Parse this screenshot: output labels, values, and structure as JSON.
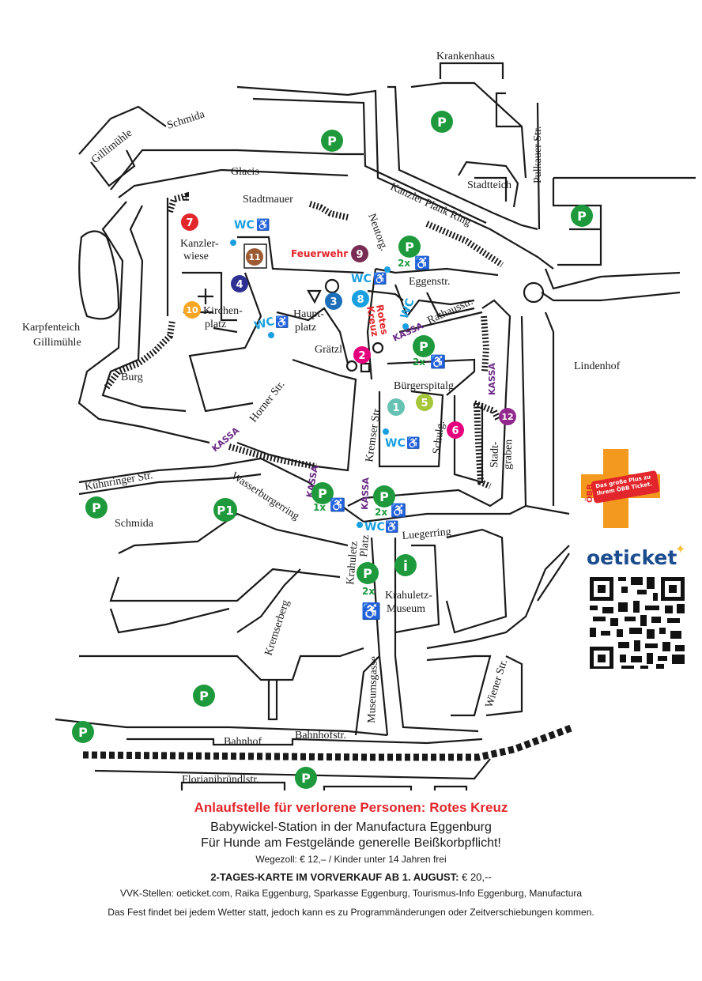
{
  "labels": {
    "krankenhaus": "Krankenhaus",
    "schmida_top": "Schmida",
    "gillimuehle": "Gillimühle",
    "glacis": "Glacis",
    "stadtmauer": "Stadtmauer",
    "kanzler_plank_ring": "Kanzler Plank Ring",
    "stadtteich": "Stadtteich",
    "pulkauer": "Pulkauer Str.",
    "neutorg": "Neutorg.",
    "eggenstr": "Eggenstr.",
    "rathausstr": "Rathausstr.",
    "kanzlerwiese_1": "Kanzler-",
    "kanzlerwiese_2": "wiese",
    "kirchenplatz_1": "Kirchen-",
    "kirchenplatz_2": "platz",
    "hauptplatz_1": "Haupt-",
    "hauptplatz_2": "platz",
    "graetzl": "Grätzl",
    "karpfenteich_1": "Karpfenteich",
    "karpfenteich_2": "Gillimühle",
    "burg": "Burg",
    "horner": "Horner Str.",
    "lindenhof": "Lindenhof",
    "buergerspitalg": "Bürgerspitalg.",
    "kremser": "Kremser Str.",
    "schulg": "Schulg.",
    "stadtgraben_1": "Stadt-",
    "stadtgraben_2": "graben",
    "kuehnringer": "Kühnringer Str.",
    "wasserburgerring": "Wasserburgerring",
    "schmida_bottom": "Schmida",
    "krahuletz_platz_1": "Krahuletz",
    "krahuletz_platz_2": "Platz",
    "luegerring": "Luegerring",
    "krahuletz_museum_1": "Krahuletz-",
    "krahuletz_museum_2": "Museum",
    "kremserberg": "Kremserberg",
    "museumsgasse": "Museumsgasse",
    "wiener": "Wiener Str.",
    "bahnhof": "Bahnhof",
    "bahnhofstr": "Bahnhofstr.",
    "florianibruendlstr": "Florianibründlstr."
  },
  "markers": {
    "feuerwehr": "Feuerwehr",
    "rotes_kreuz_1": "Rotes",
    "rotes_kreuz_2": "Kreuz",
    "wc": "WC",
    "kassa": "KASSA",
    "parking": "P",
    "parking_p1": "P1",
    "info": "i",
    "two_x": "2x",
    "one_x": "1x",
    "wheelchair": "♿",
    "numbers": [
      "1",
      "2",
      "3",
      "4",
      "5",
      "6",
      "7",
      "8",
      "9",
      "10",
      "11",
      "12"
    ]
  },
  "colors": {
    "parking": "#1e9a3c",
    "red": "#e3262b",
    "magenta": "#e5007e",
    "blue_dark": "#2e3192",
    "blue_mid": "#1c6fb8",
    "cyan": "#1aa0e0",
    "teal": "#66c2b3",
    "lime": "#a6c63a",
    "orange": "#f6a623",
    "brown": "#9c5b33",
    "plum": "#7a2d54",
    "purple": "#922a8e",
    "kassa": "#6a2b86",
    "oebb_orange": "#f39a1e",
    "oebb_red": "#e3262b",
    "oeticket_blue": "#1a4c8e"
  },
  "oebb": {
    "brand": "ÖBB",
    "slogan": "Das große Plus zu Ihrem ÖBB Ticket."
  },
  "oeticket": {
    "brand": "oeticket"
  },
  "info": {
    "line1": "Anlaufstelle für verlorene Personen: Rotes Kreuz",
    "line2": "Babywickel-Station in der Manufactura Eggenburg",
    "line3": "Für Hunde am Festgelände generelle Beißkorbpflicht!",
    "line4": "Wegezoll: € 12,– / Kinder unter 14 Jahren frei",
    "line5_bold": "2-TAGES-KARTE IM VORVERKAUF AB 1. AUGUST:",
    "line5_rest": " € 20,--",
    "line6": "VVK-Stellen: oeticket.com, Raika Eggenburg, Sparkasse Eggenburg, Tourismus-Info Eggenburg, Manufactura",
    "line7": "Das Fest findet bei jedem Wetter statt, jedoch kann es zu Programmänderungen oder Zeitverschiebungen kommen."
  }
}
